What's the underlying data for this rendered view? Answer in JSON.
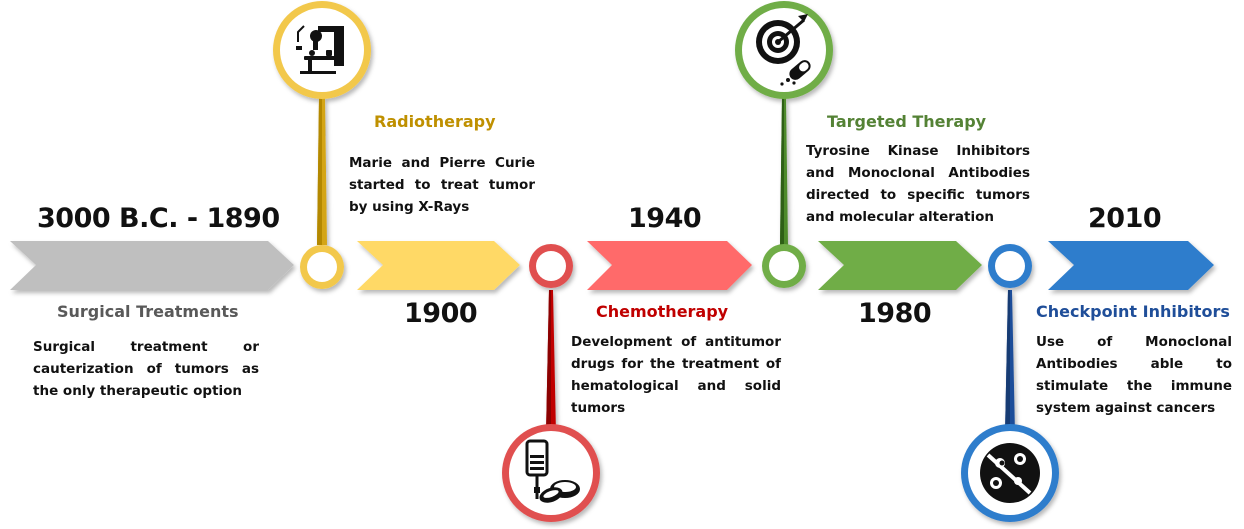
{
  "eras": [
    {
      "year": "3000 B.C. - 1890",
      "title": "Surgical Treatments",
      "description": "Surgical treatment or cauterization of tumors as the only therapeutic option",
      "color": "#bfbfbf",
      "title_color": "#595959"
    },
    {
      "year": "1900",
      "title": "Radiotherapy",
      "description": "Marie and Pierre Curie started to treat tumor by using X-Rays",
      "color": "#ffd966",
      "title_color": "#bf9000",
      "icon": "radiotherapy-machine-icon"
    },
    {
      "year": "1940",
      "title": "Chemotherapy",
      "description": "Development of antitumor drugs for the treatment of hematological and solid tumors",
      "color": "#ff6b6b",
      "title_color": "#c00000",
      "icon": "iv-drip-and-pills-icon"
    },
    {
      "year": "1980",
      "title": "Targeted Therapy",
      "description": "Tyrosine Kinase Inhibitors and Monoclonal Antibodies directed to specific tumors and molecular alteration",
      "color": "#70ad47",
      "title_color": "#548235",
      "icon": "target-and-capsule-icon"
    },
    {
      "year": "2010",
      "title": "Checkpoint Inhibitors",
      "description": "Use of Monoclonal Antibodies able to stimulate the immune system against cancers",
      "color": "#2f7dcc",
      "title_color": "#1f4e99",
      "icon": "immune-cells-icon"
    }
  ]
}
